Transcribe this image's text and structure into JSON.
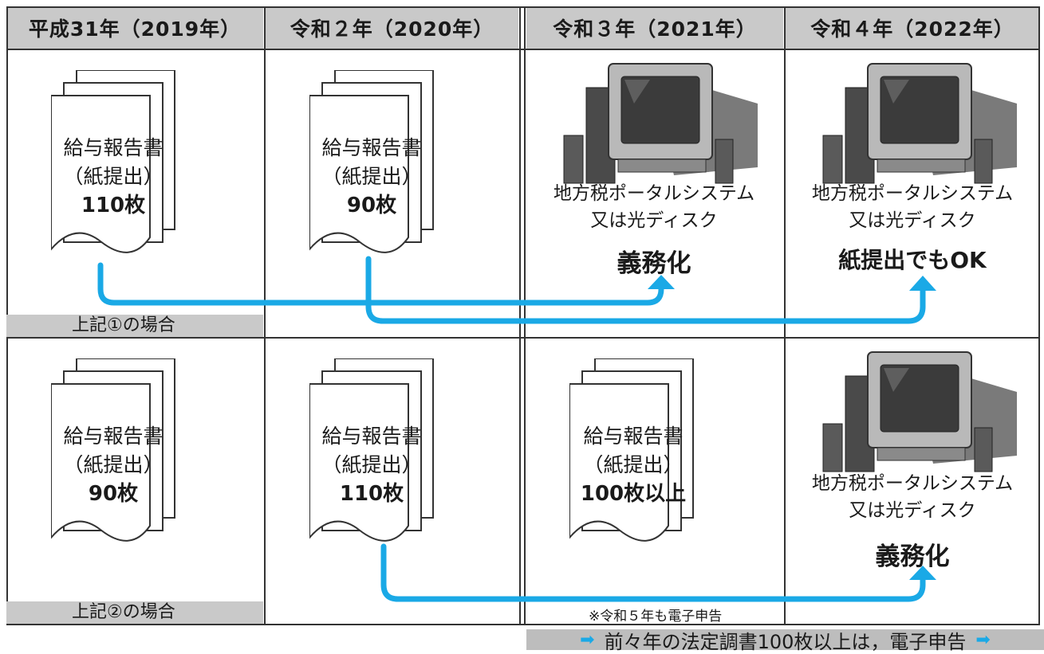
{
  "header": {
    "col1": "平成31年（2019年）",
    "col2": "令和２年（2020年）",
    "col3": "令和３年（2021年）",
    "col4": "令和４年（2022年）"
  },
  "row1": {
    "pad1": {
      "title": "給与報告書",
      "sub": "（紙提出）",
      "count": "110枚"
    },
    "pad2": {
      "title": "給与報告書",
      "sub": "（紙提出）",
      "count": "90枚"
    },
    "pc3": {
      "line1": "地方税ポータルシステム",
      "line2": "又は光ディスク",
      "status": "義務化"
    },
    "pc4": {
      "line1": "地方税ポータルシステム",
      "line2": "又は光ディスク",
      "status": "紙提出でもOK"
    },
    "case_label": "上記①の場合"
  },
  "row2": {
    "pad1": {
      "title": "給与報告書",
      "sub": "（紙提出）",
      "count": "90枚"
    },
    "pad2": {
      "title": "給与報告書",
      "sub": "（紙提出）",
      "count": "110枚"
    },
    "pad3": {
      "title": "給与報告書",
      "sub": "（紙提出）",
      "count": "100枚以上"
    },
    "pc4": {
      "line1": "地方税ポータルシステム",
      "line2": "又は光ディスク",
      "status": "義務化"
    },
    "case_label": "上記②の場合",
    "note": "※令和５年も電子申告"
  },
  "footer": {
    "text": "前々年の法定調書100枚以上は，電子申告"
  },
  "colors": {
    "arrow": "#1aa9e6",
    "header_bg": "#c9c9c9",
    "grid": "#333333"
  },
  "icons": {
    "arrow_connector": "arrow-icon",
    "document": "document-stack-icon",
    "computer": "computer-icon"
  }
}
